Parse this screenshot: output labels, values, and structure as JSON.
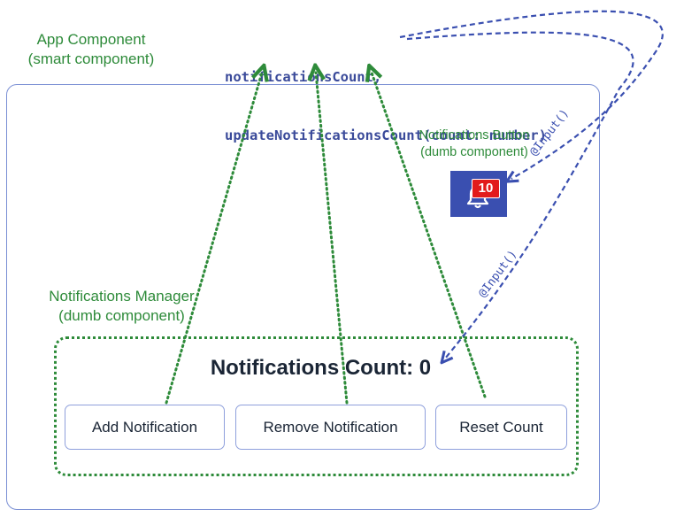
{
  "app_component": {
    "title": "App Component",
    "subtitle": "(smart component)"
  },
  "code": {
    "line1": "notificationsCount,",
    "line2": "updateNotificationsCount(count: number)"
  },
  "notifications_button": {
    "title": "Notifications Button",
    "subtitle": "(dumb component)",
    "badge": "10",
    "icon": "bell-icon"
  },
  "notifications_manager": {
    "title": "Notifications Manager",
    "subtitle": "(dumb component)",
    "count_text": "Notifications Count: 0",
    "buttons": [
      "Add Notification",
      "Remove Notification",
      "Reset Count"
    ]
  },
  "arrow_labels": {
    "input_top": "@Input()",
    "input_bottom": "@Input()"
  },
  "colors": {
    "green": "#2e8b3a",
    "blue": "#3a4fb0",
    "badge_red": "#e21b1b"
  }
}
